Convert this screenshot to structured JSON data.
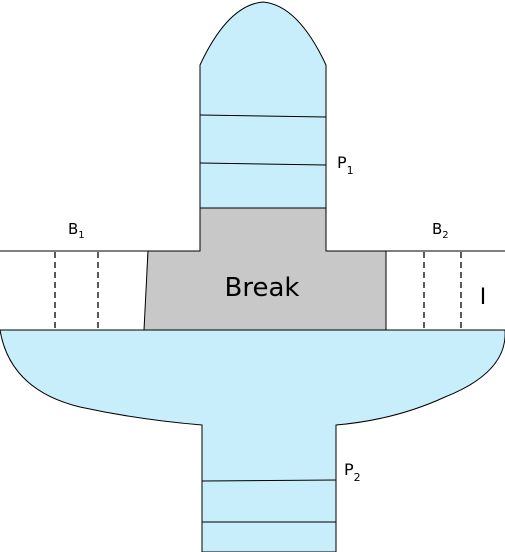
{
  "labels": {
    "break": "Break",
    "p1_base": "P",
    "p1_sub": "1",
    "p2_base": "P",
    "p2_sub": "2",
    "b1_base": "B",
    "b1_sub": "1",
    "b2_base": "B",
    "b2_sub": "2",
    "i_label": "I"
  },
  "colors": {
    "fluid": "#c8eefb",
    "break_fill": "#c8c8c8",
    "stroke": "#000000"
  }
}
